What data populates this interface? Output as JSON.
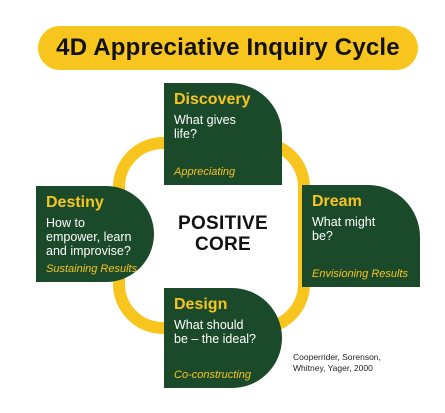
{
  "title": "4D Appreciative Inquiry Cycle",
  "core": {
    "line1": "POSITIVE",
    "line2": "CORE"
  },
  "stages": {
    "discovery": {
      "heading": "Discovery",
      "question": "What gives\nlife?",
      "phase": "Appreciating"
    },
    "dream": {
      "heading": "Dream",
      "question": "What might\nbe?",
      "phase": "Envisioning Results"
    },
    "design": {
      "heading": "Design",
      "question": "What should\nbe – the ideal?",
      "phase": "Co-constructing"
    },
    "destiny": {
      "heading": "Destiny",
      "question": "How to\nempower, learn\nand improvise?",
      "phase": "Sustaining Results"
    }
  },
  "citation": "Cooperrider, Sorenson,\nWhitney, Yager, 2000",
  "colors": {
    "accent_yellow": "#f7c51e",
    "card_green": "#1b4a2b"
  }
}
